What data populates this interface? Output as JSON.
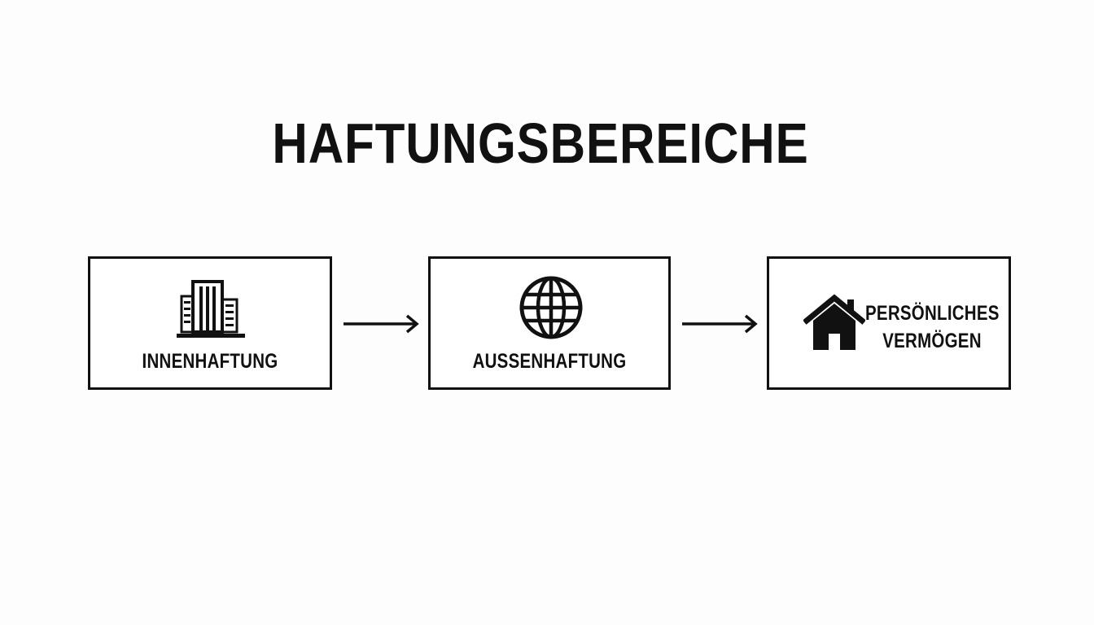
{
  "title": "HAFTUNGSBEREICHE",
  "boxes": [
    {
      "label": "INNENHAFTUNG",
      "icon": "building-icon"
    },
    {
      "label": "AUSSENHAFTUNG",
      "icon": "globe-icon"
    },
    {
      "label": "PERSÖNLICHES VERMÖGEN",
      "icon": "house-icon"
    }
  ],
  "colors": {
    "background": "#fdfdfd",
    "stroke": "#111111",
    "box_fill": "#ffffff"
  }
}
